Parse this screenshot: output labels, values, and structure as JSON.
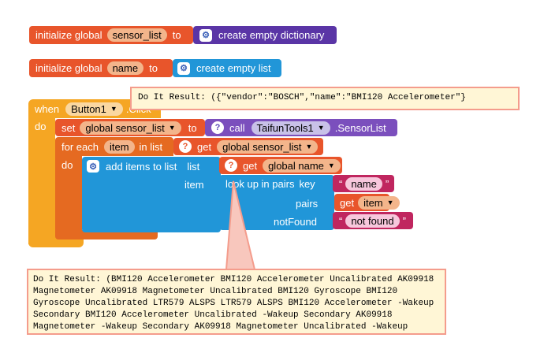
{
  "block1": {
    "init_label": "initialize global",
    "var_name": "sensor_list",
    "to_label": "to",
    "value_label": "create empty dictionary"
  },
  "block2": {
    "init_label": "initialize global",
    "var_name": "name",
    "to_label": "to",
    "value_label": "create empty list"
  },
  "event": {
    "when_label": "when",
    "component": "Button1",
    "event_name": ".Click",
    "do_label": "do"
  },
  "set_block": {
    "set_label": "set",
    "var": "global sensor_list",
    "to_label": "to",
    "call_label": "call",
    "component": "TaifunTools1",
    "method": ".SensorList"
  },
  "foreach": {
    "for_each_label": "for each",
    "item_var": "item",
    "in_list_label": "in list",
    "get_label": "get",
    "list_var": "global sensor_list",
    "do_label": "do"
  },
  "add_items": {
    "label": "add items to list",
    "list_label": "list",
    "get_label": "get",
    "list_var": "global name",
    "item_label": "item"
  },
  "lookup": {
    "label": "look up in pairs",
    "key_label": "key",
    "key_value": "name",
    "pairs_label": "pairs",
    "get_label": "get",
    "pairs_var": "item",
    "notfound_label": "notFound",
    "notfound_value": "not found"
  },
  "tooltip1": {
    "text": "Do It Result: ({\"vendor\":\"BOSCH\",\"name\":\"BMI120 Accelerometer\"}"
  },
  "tooltip2": {
    "text": "Do It Result: (BMI120 Accelerometer BMI120 Accelerometer Uncalibrated AK09918 Magnetometer AK09918 Magnetometer Uncalibrated BMI120 Gyroscope BMI120 Gyroscope Uncalibrated LTR579 ALSPS LTR579 ALSPS BMI120 Accelerometer -Wakeup Secondary BMI120 Accelerometer Uncalibrated -Wakeup Secondary AK09918 Magnetometer -Wakeup Secondary AK09918 Magnetometer Uncalibrated -Wakeup"
  },
  "colors": {
    "variables": "#e8552b",
    "dictionary": "#5a35a6",
    "lists": "#2196d8",
    "events": "#f5a623",
    "control": "#e56a21",
    "text": "#c0265f",
    "procedures": "#7b4fbd"
  }
}
